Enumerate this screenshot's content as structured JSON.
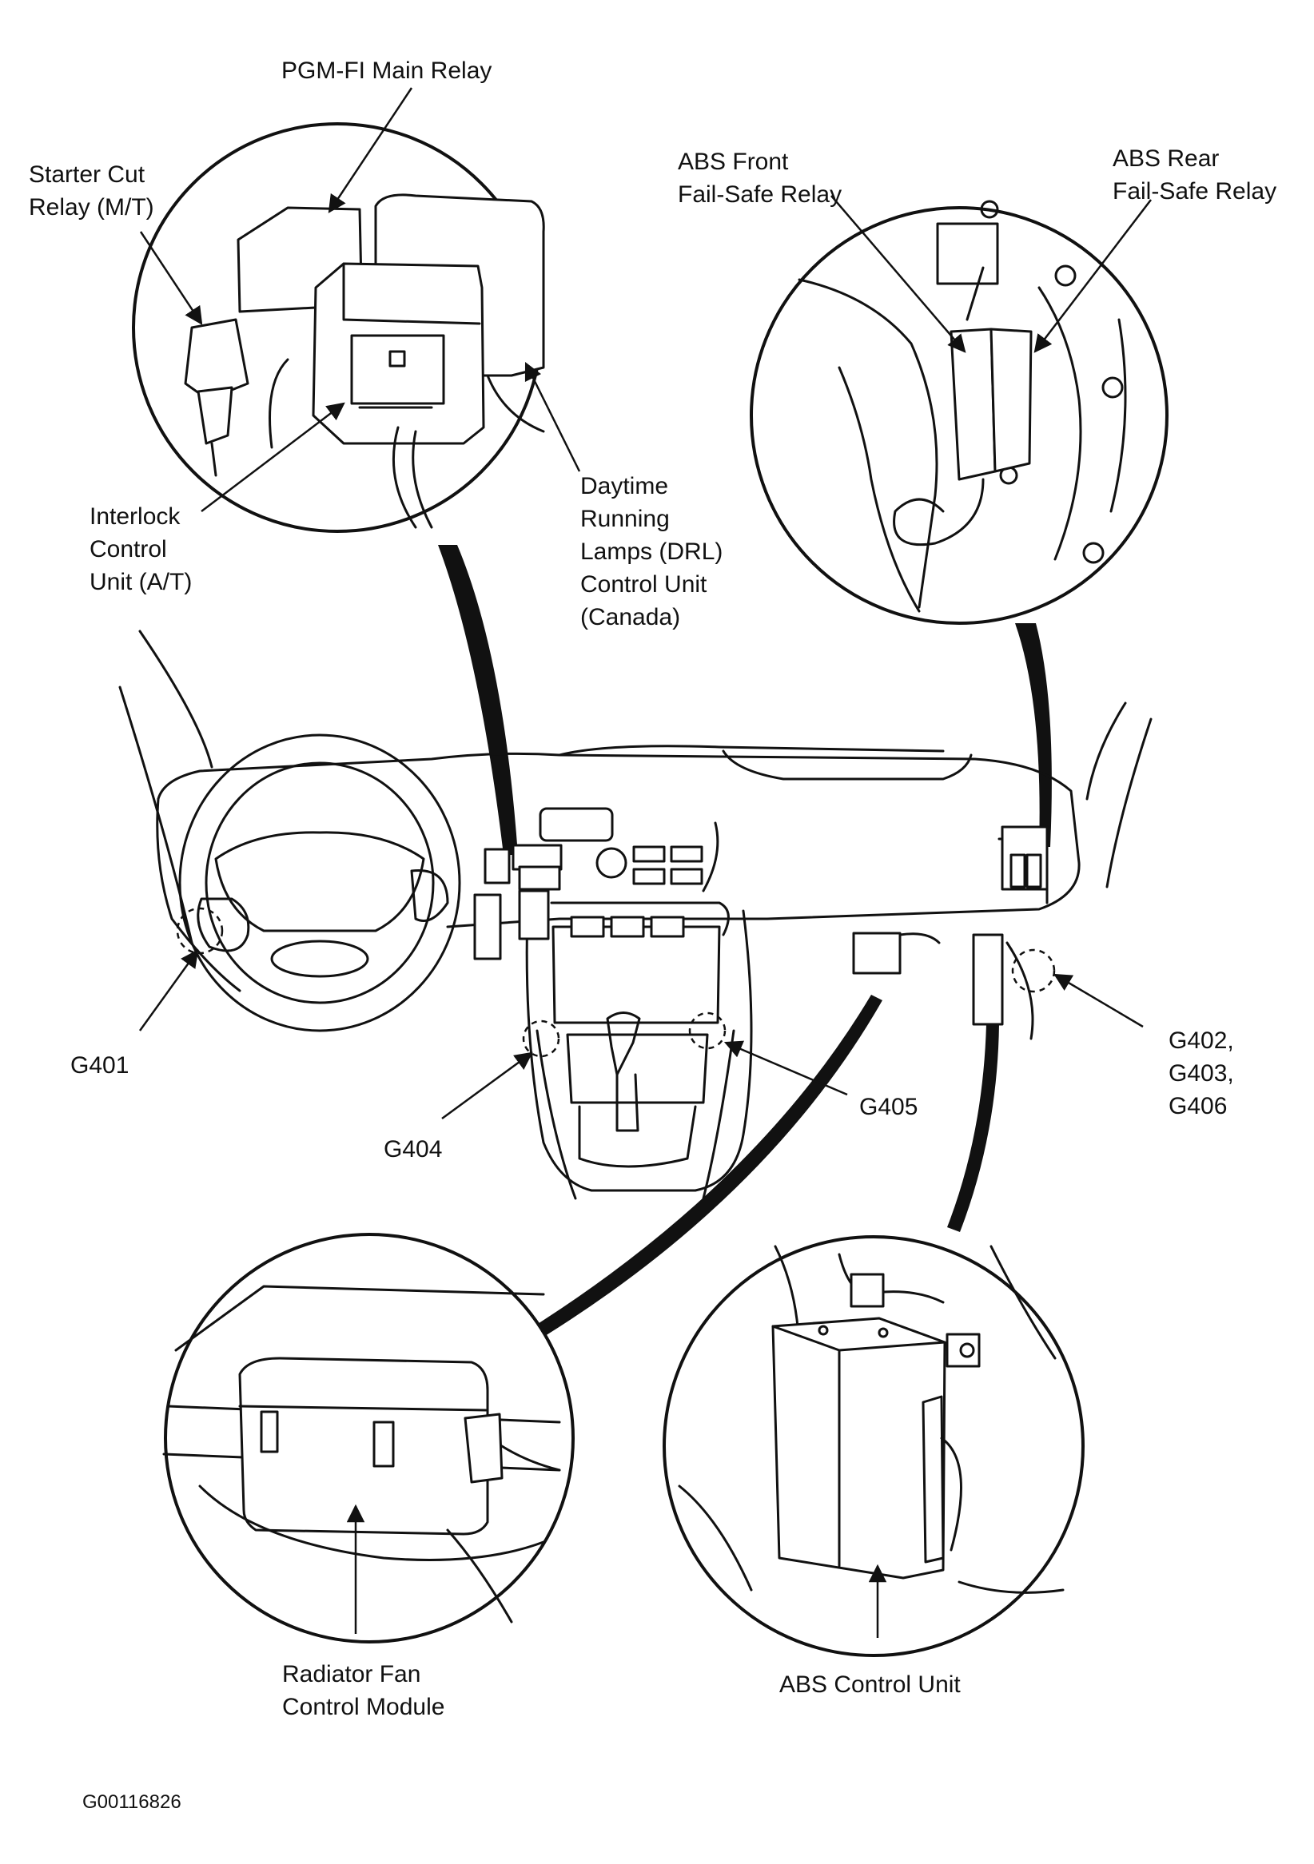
{
  "labels": {
    "pgm_fi_main_relay": "PGM-FI Main Relay",
    "starter_cut_relay": "Starter Cut\nRelay (M/T)",
    "interlock_control_unit": "Interlock\nControl\nUnit (A/T)",
    "drl_control_unit": "Daytime\nRunning\nLamps (DRL)\nControl Unit\n(Canada)",
    "abs_front_failsafe_relay": "ABS Front\nFail-Safe Relay",
    "abs_rear_failsafe_relay": "ABS Rear\nFail-Safe Relay",
    "g401": "G401",
    "g402_g403_g406": "G402,\nG403,\nG406",
    "g404": "G404",
    "g405": "G405",
    "radiator_fan_control_module": "Radiator Fan\nControl Module",
    "abs_control_unit": "ABS Control Unit"
  },
  "figure_id": "G00116826"
}
